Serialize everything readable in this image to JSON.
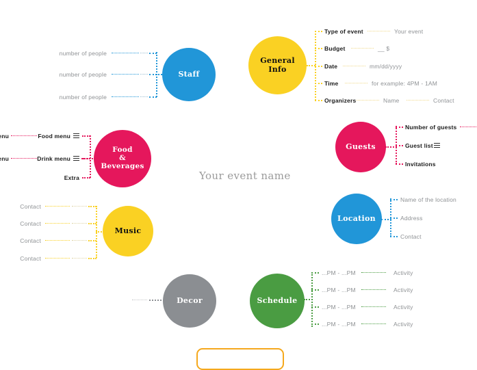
{
  "title": "Your event name",
  "colors": {
    "blue": "#2196d8",
    "yellow": "#fad123",
    "pink": "#e5175c",
    "green": "#4a9c42",
    "gray": "#8b8e92",
    "orange_outline": "#f5a81c",
    "muted_text": "#8e9194",
    "dark_text": "#1b1b1b"
  },
  "nodes": {
    "staff": {
      "label": "Staff",
      "color": "#2196d8",
      "text_color": "#ffffff"
    },
    "general": {
      "label": "General\nInfo",
      "color": "#fad123",
      "text_color": "#111111"
    },
    "food": {
      "label": "Food\n&\nBeverages",
      "color": "#e5175c",
      "text_color": "#ffffff"
    },
    "guests": {
      "label": "Guests",
      "color": "#e5175c",
      "text_color": "#ffffff"
    },
    "music": {
      "label": "Music",
      "color": "#fad123",
      "text_color": "#111111"
    },
    "location": {
      "label": "Location",
      "color": "#2196d8",
      "text_color": "#ffffff"
    },
    "decor": {
      "label": "Decor",
      "color": "#8b8e92",
      "text_color": "#ffffff"
    },
    "schedule": {
      "label": "Schedule",
      "color": "#4a9c42",
      "text_color": "#ffffff"
    }
  },
  "branches": {
    "staff": {
      "items": [
        {
          "label": "number of people"
        },
        {
          "label": "number of people"
        },
        {
          "label": "number of people"
        }
      ]
    },
    "general": {
      "items": [
        {
          "label": "Type of event",
          "value": "Your event"
        },
        {
          "label": "Budget",
          "value": "__ $"
        },
        {
          "label": "Date",
          "value": "mm/dd/yyyy"
        },
        {
          "label": "Time",
          "value": "for example: 4PM - 1AM"
        },
        {
          "label": "Organizers",
          "value": "Name",
          "value2": "Contact"
        }
      ]
    },
    "food": {
      "items": [
        {
          "label": "Food menu",
          "outer": "menu",
          "icon": "hamburger-icon"
        },
        {
          "label": "Drink menu",
          "outer": "menu",
          "icon": "hamburger-icon"
        },
        {
          "label": "Extra"
        }
      ]
    },
    "guests": {
      "items": [
        {
          "label": "Number of guests"
        },
        {
          "label": "Guest list",
          "icon": "hamburger-icon"
        },
        {
          "label": "Invitations"
        }
      ]
    },
    "music": {
      "items": [
        {
          "label": "Contact"
        },
        {
          "label": "Contact"
        },
        {
          "label": "Contact"
        },
        {
          "label": "Contact"
        }
      ]
    },
    "location": {
      "items": [
        {
          "label": "Name of the location"
        },
        {
          "label": "Address"
        },
        {
          "label": "Contact"
        }
      ]
    },
    "decor": {
      "items": []
    },
    "schedule": {
      "items": [
        {
          "label": "...PM - ...PM",
          "value": "Activity"
        },
        {
          "label": "...PM - ...PM",
          "value": "Activity"
        },
        {
          "label": "...PM - ...PM",
          "value": "Activity"
        },
        {
          "label": "...PM - ...PM",
          "value": "Activity"
        }
      ]
    }
  }
}
